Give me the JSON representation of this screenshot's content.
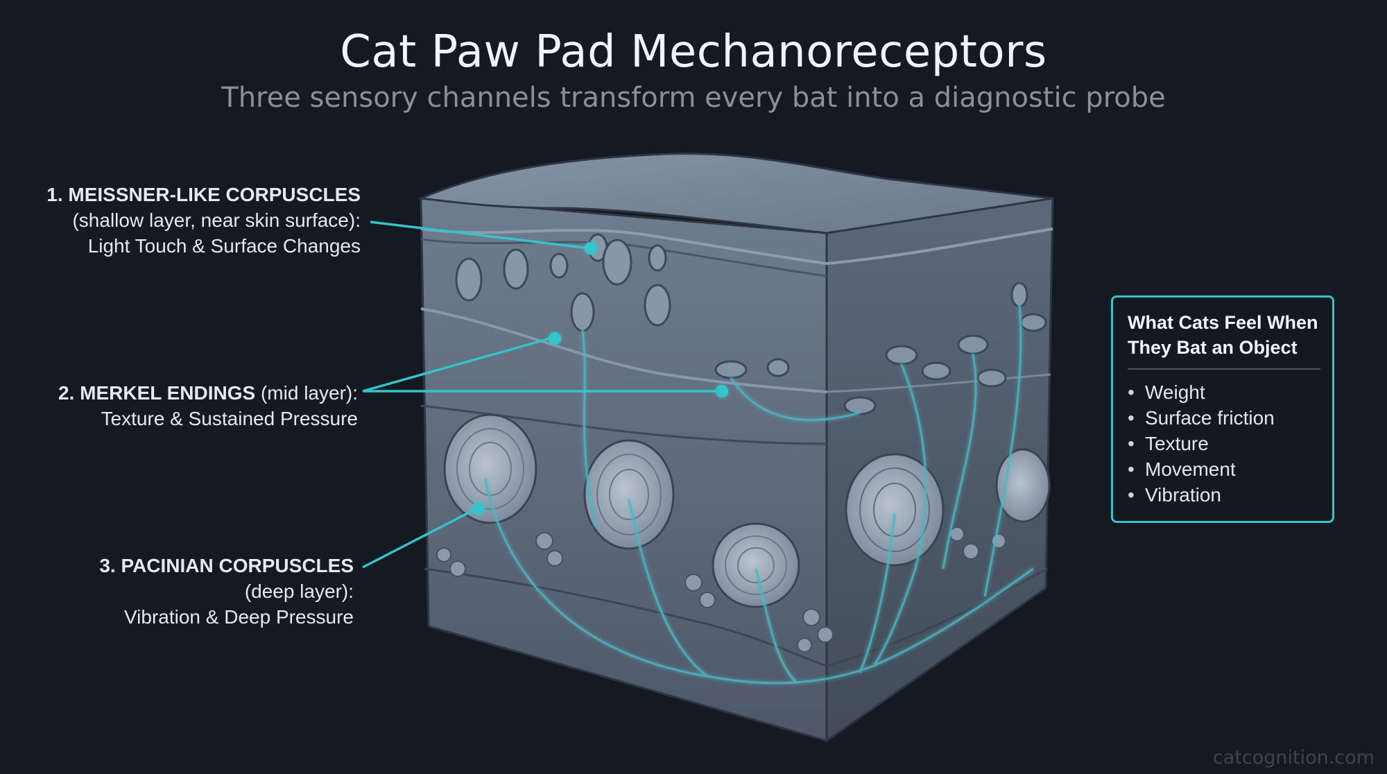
{
  "title": "Cat Paw Pad Mechanoreceptors",
  "subtitle": "Three sensory channels transform every bat into a diagnostic probe",
  "labels": {
    "meissner": {
      "heading": "1. MEISSNER-LIKE CORPUSCLES",
      "location": "(shallow layer, near skin surface):",
      "function": "Light Touch & Surface Changes"
    },
    "merkel": {
      "heading": "2. MERKEL ENDINGS",
      "location": " (mid layer):",
      "function": "Texture & Sustained Pressure"
    },
    "pacinian": {
      "heading": "3. PACINIAN CORPUSCLES",
      "location": "(deep layer):",
      "function": "Vibration & Deep Pressure"
    }
  },
  "infobox": {
    "title": "What Cats Feel When They Bat an Object",
    "items": [
      "Weight",
      "Surface friction",
      "Texture",
      "Movement",
      "Vibration"
    ]
  },
  "watermark": "catcognition.com",
  "colors": {
    "accent": "#35c3cc",
    "background": "#151a22"
  }
}
